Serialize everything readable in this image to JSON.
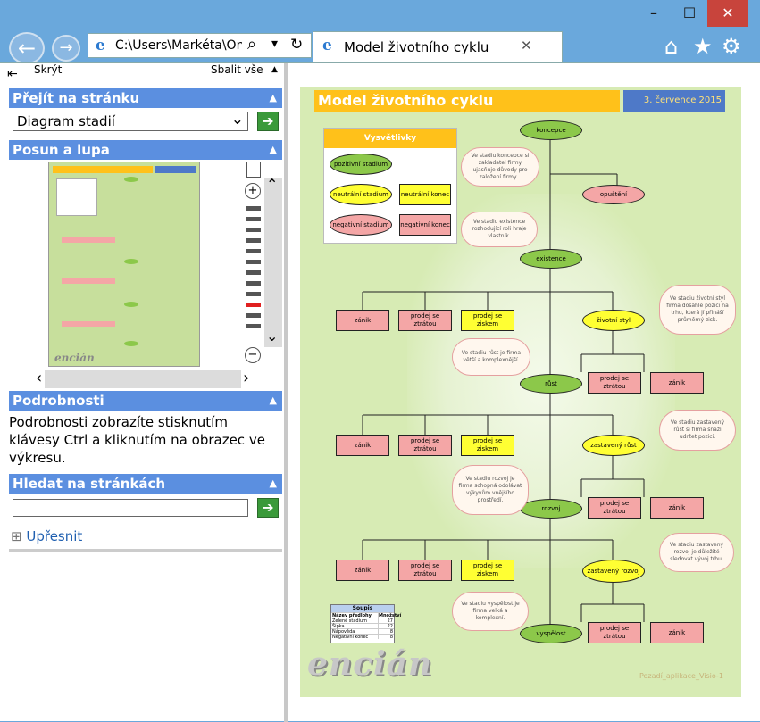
{
  "browser": {
    "address": "C:\\Users\\Markéta\\On",
    "tab_title": "Model životního cyklu",
    "minimize_label": "–",
    "maximize_label": "☐",
    "close_label": "✕",
    "back_label": "←",
    "forward_label": "→",
    "tab_close_label": "✕",
    "search_icon_label": "⌕",
    "dropdown_icon_label": "▾",
    "refresh_icon_label": "↻",
    "home_icon_label": "⌂",
    "favorites_icon_label": "★",
    "settings_icon_label": "⚙"
  },
  "panel": {
    "hide_label": "Skrýt",
    "collapse_all_label": "Sbalit vše",
    "goto_header": "Přejít na stránku",
    "page_select_value": "Diagram stadií",
    "pan_zoom_header": "Posun a lupa",
    "details_header": "Podrobnosti",
    "details_text": "Podrobnosti zobrazíte stisknutím klávesy Ctrl a kliknutím na obrazec ve výkresu.",
    "search_header": "Hledat na stránkách",
    "search_value": "",
    "refine_label": "Upřesnit",
    "go_label": "➔",
    "collapse_icon": "▲",
    "select_arrow": "⌄",
    "scroll_up": "⌃",
    "scroll_down": "⌄",
    "scroll_left": "‹",
    "scroll_right": "›",
    "zoom_in": "+",
    "zoom_out": "−",
    "expand_box": "⊞"
  },
  "diagram": {
    "title": "Model životního cyklu",
    "date": "3. července 2015",
    "legend_title": "Vysvětlivky",
    "legend": {
      "positive": "pozitivní stadium",
      "neutral": "neutrální stadium",
      "neutral_end": "neutrální konec",
      "negative": "negativní stadium",
      "negative_end": "negativní konec"
    },
    "stages": {
      "koncepce": "koncepce",
      "opusteni": "opuštění",
      "existence": "existence",
      "zivotni_styl": "životní styl",
      "rust": "růst",
      "zastaveny_rust": "zastavený růst",
      "rozvoj": "rozvoj",
      "zastaveny_rozvoj": "zastavený rozvoj",
      "vyspelost": "vyspělost"
    },
    "ends": {
      "zanik": "zánik",
      "prodej_ztrata": "prodej se ztrátou",
      "prodej_zisk": "prodej se ziskem"
    },
    "notes": {
      "n1": "Ve stadiu koncepce si zakladatel firmy ujasňuje důvody pro založení firmy...",
      "n2": "Ve stadiu existence rozhodující roli hraje vlastník.",
      "n3": "Ve stadiu životní styl firma dosáhle pozici na trhu, která jí přináší průměrný zisk.",
      "n4": "Ve stadiu růst je firma větší a komplexnější.",
      "n5": "Ve stadiu zastavený růst si firma snaží udržet pozici.",
      "n6": "Ve stadiu rozvoj je firma schopná odolávat výkyvům vnějšího prostředí.",
      "n7": "Ve stadiu zastavený rozvoj je důležité sledovat vývoj trhu.",
      "n8": "Ve stadiu vyspělost je firma velká a komplexní."
    },
    "soupis": {
      "title": "Soupis",
      "col_name": "Název předlohy",
      "col_count": "Množství",
      "rows": [
        {
          "name": "Zelené stadium",
          "count": "27"
        },
        {
          "name": "Šipka",
          "count": "22"
        },
        {
          "name": "Nápověda",
          "count": "8"
        },
        {
          "name": "Negativní konec",
          "count": "8"
        }
      ]
    },
    "logo": "encián",
    "footer": "Pozadí_aplikace_Visio-1"
  }
}
